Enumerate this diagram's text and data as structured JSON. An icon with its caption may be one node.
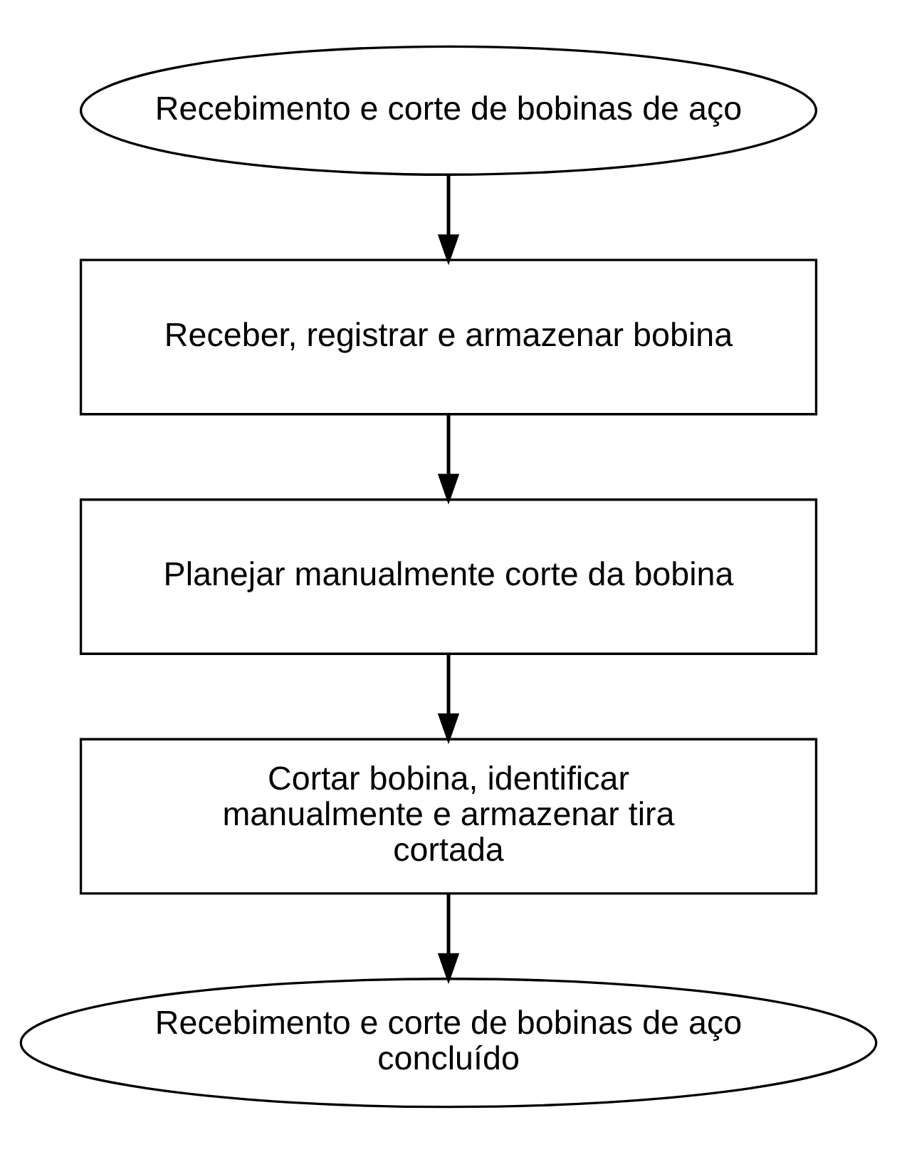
{
  "diagram": {
    "nodes": [
      {
        "text": [
          "Recebimento e corte de bobinas de aço"
        ]
      },
      {
        "text": [
          "Receber, registrar e armazenar bobina"
        ]
      },
      {
        "text": [
          "Planejar manualmente corte da bobina"
        ]
      },
      {
        "text": [
          "Cortar bobina, identificar manualmente e armazenar tira cortada"
        ]
      },
      {
        "text": [
          "Recebimento e corte de bobinas de aço concluído"
        ]
      }
    ],
    "edges": [
      {
        "from": 0,
        "to": 1,
        "arrow": "to"
      },
      {
        "from": 1,
        "to": 2,
        "arrow": "to"
      },
      {
        "from": 2,
        "to": 3,
        "arrow": "to"
      },
      {
        "from": 3,
        "to": 4,
        "arrow": "to"
      }
    ]
  }
}
